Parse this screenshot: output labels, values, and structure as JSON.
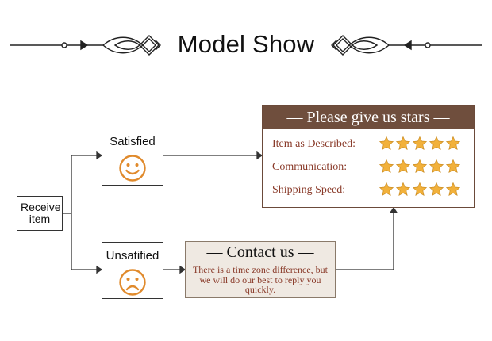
{
  "header": {
    "title": "Model Show"
  },
  "receive": {
    "label": "Receive item"
  },
  "satisfied": {
    "label": "Satisfied",
    "face": "smile-icon"
  },
  "unsatisfied": {
    "label": "Unsatified",
    "face": "frown-icon"
  },
  "stars_panel": {
    "title": "— Please give us  stars —",
    "rows": [
      {
        "label": "Item as Described:",
        "stars": 5
      },
      {
        "label": "Communication:",
        "stars": 5
      },
      {
        "label": "Shipping Speed:",
        "stars": 5
      }
    ]
  },
  "contact_panel": {
    "title": "— Contact us —",
    "text": "There is a time zone difference, but we will do our best to reply you quickly."
  },
  "colors": {
    "header_brown": "#6f4e3d",
    "label_red": "#8a3b2a",
    "face_orange": "#e08a2c",
    "star_gold": "#f2b13b",
    "contact_bg": "#efe9e2"
  }
}
